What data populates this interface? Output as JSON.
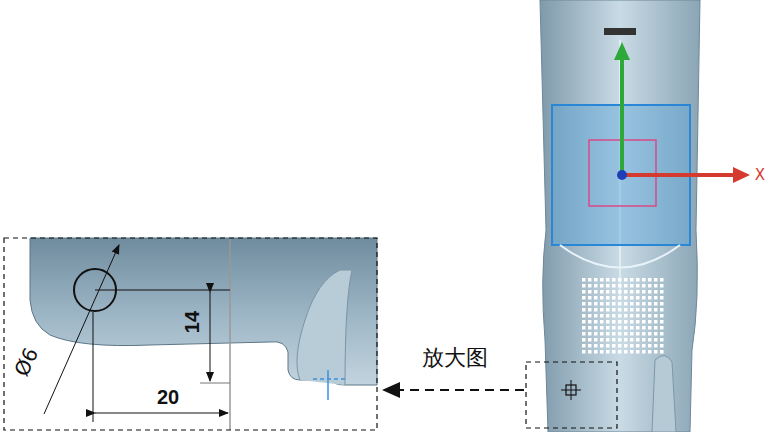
{
  "diagram": {
    "labels": [
      "Ø6",
      "14",
      "20",
      "放大图",
      "X"
    ]
  }
}
